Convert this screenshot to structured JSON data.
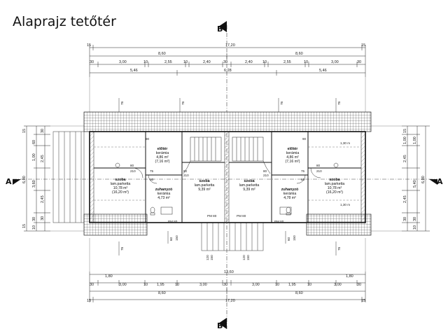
{
  "title": "Alaprajz tetőtér",
  "section_markers": {
    "b": "B",
    "a": "A"
  },
  "dims_top": {
    "total": "17,20",
    "edge_left": "15",
    "edge_right": "15",
    "half_left": "8,60",
    "half_right": "8,60",
    "row3": [
      "30",
      "3,00",
      "10",
      "2,55",
      "10",
      "2,40",
      "30",
      "2,40",
      "10",
      "2,55",
      "10",
      "3,00",
      "30"
    ],
    "row4": [
      "5,46",
      "6,28",
      "5,46"
    ]
  },
  "dims_bottom": {
    "total": "13,60",
    "row2": [
      "1,80",
      "1,80"
    ],
    "row3": [
      "30",
      "3,00",
      "10",
      "1,95",
      "10",
      "3,00",
      "30",
      "3,00",
      "10",
      "1,95",
      "10",
      "3,00",
      "30"
    ],
    "half_left": "8,60",
    "half_right": "8,60",
    "full": "17,20",
    "edge_left": "15",
    "edge_right": "15"
  },
  "dims_left": [
    "15",
    "60",
    "30",
    "2,45",
    "1,00",
    "3,60",
    "2,45",
    "30",
    "15",
    "6,00",
    "30",
    "10"
  ],
  "dims_right": [
    "15",
    "1,00",
    "1,00",
    "2,45",
    "5,40",
    "6,00",
    "2,45",
    "30",
    "30",
    "10"
  ],
  "rooms": [
    {
      "name": "előtér",
      "floor": "kerámia",
      "area": "4,86 m²",
      "area2": "(7,16 m²)"
    },
    {
      "name": "előtér",
      "floor": "kerámia",
      "area": "4,86 m²",
      "area2": "(7,16 m²)"
    },
    {
      "name": "szoba",
      "floor": "lam.parketta",
      "area": "10,78 m²",
      "area2": "(16,20 m²)"
    },
    {
      "name": "szoba",
      "floor": "lam.parketta",
      "area": "9,39 m²",
      "area2": ""
    },
    {
      "name": "szoba",
      "floor": "lam.parketta",
      "area": "9,39 m²",
      "area2": ""
    },
    {
      "name": "szoba",
      "floor": "lam.parketta",
      "area": "10,78 m²",
      "area2": "(16,20 m²)"
    },
    {
      "name": "zuhanyzó",
      "floor": "kerámia",
      "area": "4,73 m²",
      "area2": ""
    },
    {
      "name": "zuhanyzó",
      "floor": "kerámia",
      "area": "4,78 m²",
      "area2": ""
    }
  ],
  "notes": {
    "pm": "PM 80",
    "lintel": "78",
    "door": "80",
    "win": "120",
    "h": "210",
    "h2": "150",
    "h3": "60",
    "d90": "90",
    "d75": "75",
    "d60": "60",
    "d30": "1,30 m"
  }
}
